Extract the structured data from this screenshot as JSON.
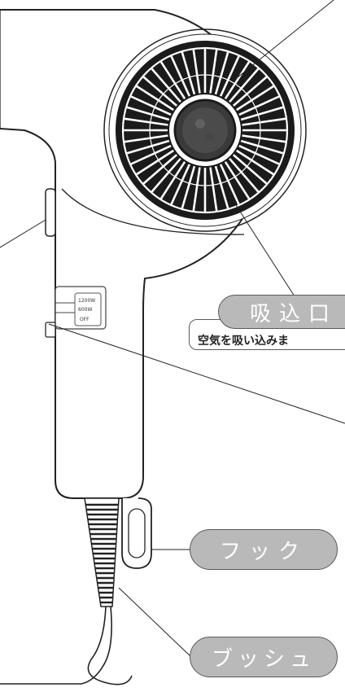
{
  "labels": {
    "intake": "吸込口",
    "intake_description": "空気を吸い込みま",
    "hook": "フック",
    "bush": "ブッシュ"
  },
  "switch": {
    "settings": [
      "1200W",
      "600W",
      "OFF"
    ]
  },
  "colors": {
    "pill_fill": "#b9b9b9",
    "pill_border": "#5a5a5a",
    "line": "#222222",
    "fan_dark": "#1b1b1b"
  }
}
